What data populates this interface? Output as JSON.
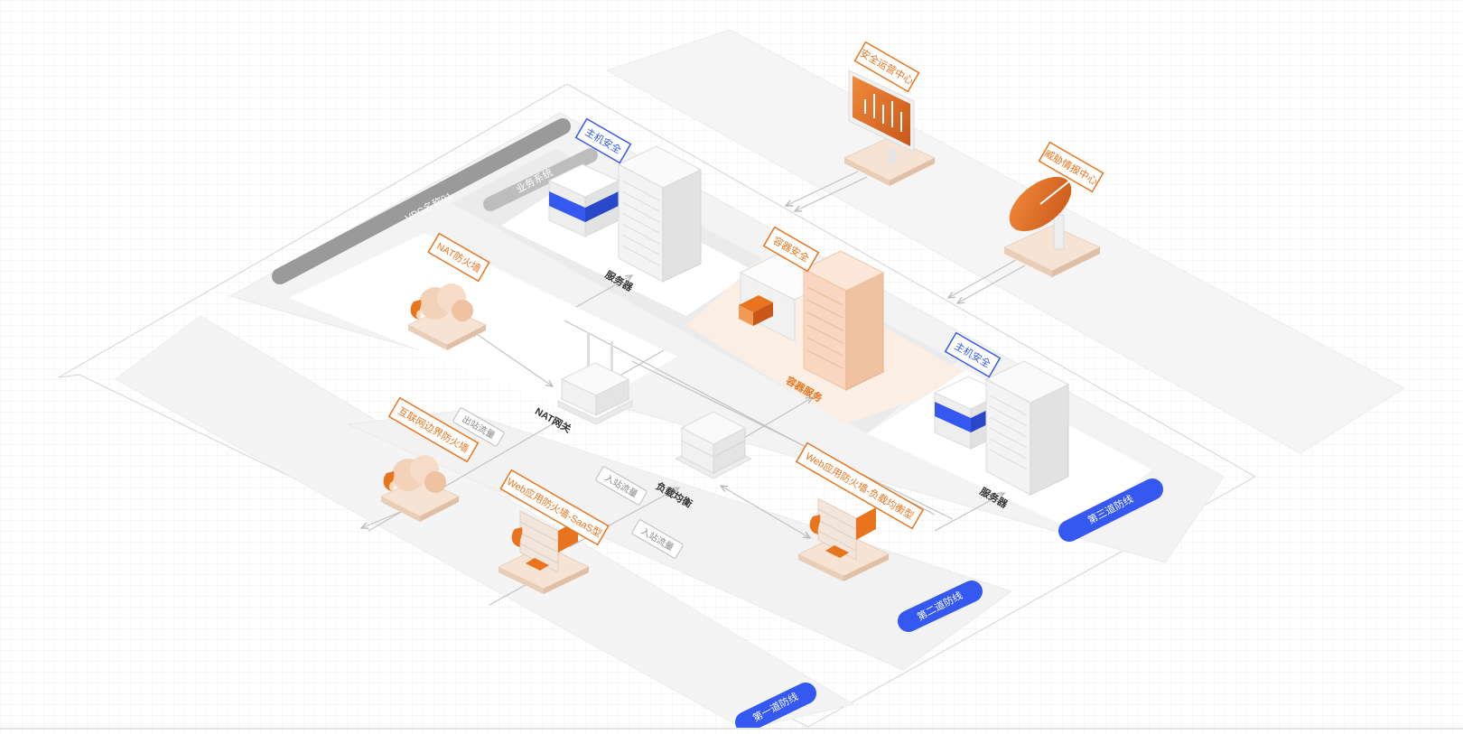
{
  "colors": {
    "orange": "#e8741d",
    "orange_dark": "#c9571a",
    "blue": "#3458f0",
    "platform": "#f3f3f3",
    "card": "#ffffff",
    "band": "#9a9a9a"
  },
  "vpc": {
    "label": "VPC名称01"
  },
  "business": {
    "label": "业务系统"
  },
  "security_center": {
    "label": "安全运营中心",
    "icon": "monitor-chart-icon"
  },
  "threat_center": {
    "label": "威胁情报中心",
    "icon": "satellite-dish-icon"
  },
  "host_security_top": {
    "label": "主机安全",
    "icon": "host-agent-icon"
  },
  "host_security_right": {
    "label": "主机安全",
    "icon": "host-agent-icon"
  },
  "server_top": {
    "label": "服务器",
    "icon": "server-rack-icon"
  },
  "server_right": {
    "label": "服务器",
    "icon": "server-rack-icon"
  },
  "container_security": {
    "label": "容器安全",
    "icon": "container-boxes-icon"
  },
  "container_service": {
    "label": "容器服务"
  },
  "nat_firewall": {
    "label": "NAT防火墙",
    "icon": "cloud-firewall-icon"
  },
  "nat_gateway": {
    "label": "NAT网关",
    "icon": "router-antenna-icon"
  },
  "internet_firewall": {
    "label": "互联网边界防火墙",
    "icon": "cloud-firewall-icon"
  },
  "waf_saas": {
    "label": "Web应用防火墙-SaaS型",
    "icon": "brick-wall-icon"
  },
  "waf_lb": {
    "label": "Web应用防火墙-负载均衡型",
    "icon": "brick-wall-icon"
  },
  "load_balancer": {
    "label": "负载均衡",
    "icon": "load-balancer-icon"
  },
  "traffic": {
    "outbound": "出站流量",
    "inbound_1": "入站流量",
    "inbound_2": "入站流量"
  },
  "defense_lines": {
    "first": "第一道防线",
    "second": "第二道防线",
    "third": "第三道防线"
  }
}
